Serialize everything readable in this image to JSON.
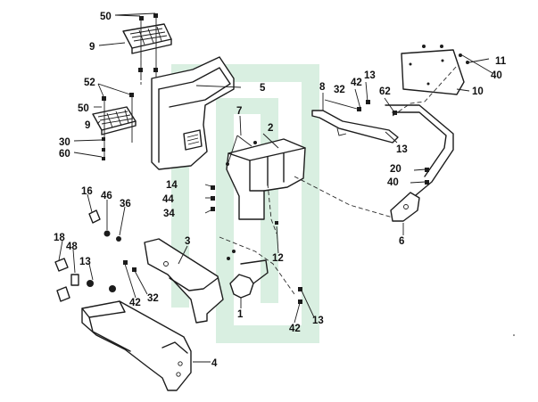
{
  "callouts": [
    {
      "id": "c50a",
      "text": "50"
    },
    {
      "id": "c9a",
      "text": "9"
    },
    {
      "id": "c52",
      "text": "52"
    },
    {
      "id": "c50b",
      "text": "50"
    },
    {
      "id": "c9b",
      "text": "9"
    },
    {
      "id": "c30",
      "text": "30"
    },
    {
      "id": "c60",
      "text": "60"
    },
    {
      "id": "c5",
      "text": "5"
    },
    {
      "id": "c7",
      "text": "7"
    },
    {
      "id": "c2",
      "text": "2"
    },
    {
      "id": "c8",
      "text": "8"
    },
    {
      "id": "c32a",
      "text": "32"
    },
    {
      "id": "c42a",
      "text": "42"
    },
    {
      "id": "c13a",
      "text": "13"
    },
    {
      "id": "c62",
      "text": "62"
    },
    {
      "id": "c13b",
      "text": "13"
    },
    {
      "id": "c11",
      "text": "11"
    },
    {
      "id": "c40a",
      "text": "40"
    },
    {
      "id": "c10",
      "text": "10"
    },
    {
      "id": "c20",
      "text": "20"
    },
    {
      "id": "c40b",
      "text": "40"
    },
    {
      "id": "c6",
      "text": "6"
    },
    {
      "id": "c14",
      "text": "14"
    },
    {
      "id": "c44",
      "text": "44"
    },
    {
      "id": "c34",
      "text": "34"
    },
    {
      "id": "c16",
      "text": "16"
    },
    {
      "id": "c46",
      "text": "46"
    },
    {
      "id": "c36",
      "text": "36"
    },
    {
      "id": "c3",
      "text": "3"
    },
    {
      "id": "c12",
      "text": "12"
    },
    {
      "id": "c18",
      "text": "18"
    },
    {
      "id": "c48",
      "text": "48"
    },
    {
      "id": "c13c",
      "text": "13"
    },
    {
      "id": "c32b",
      "text": "32"
    },
    {
      "id": "c42b",
      "text": "42"
    },
    {
      "id": "c1",
      "text": "1"
    },
    {
      "id": "c42c",
      "text": "42"
    },
    {
      "id": "c13d",
      "text": "13"
    },
    {
      "id": "c4",
      "text": "4"
    }
  ],
  "colors": {
    "line": "#1c1c1c",
    "watermark": "#d9efe1",
    "background": "#ffffff"
  }
}
